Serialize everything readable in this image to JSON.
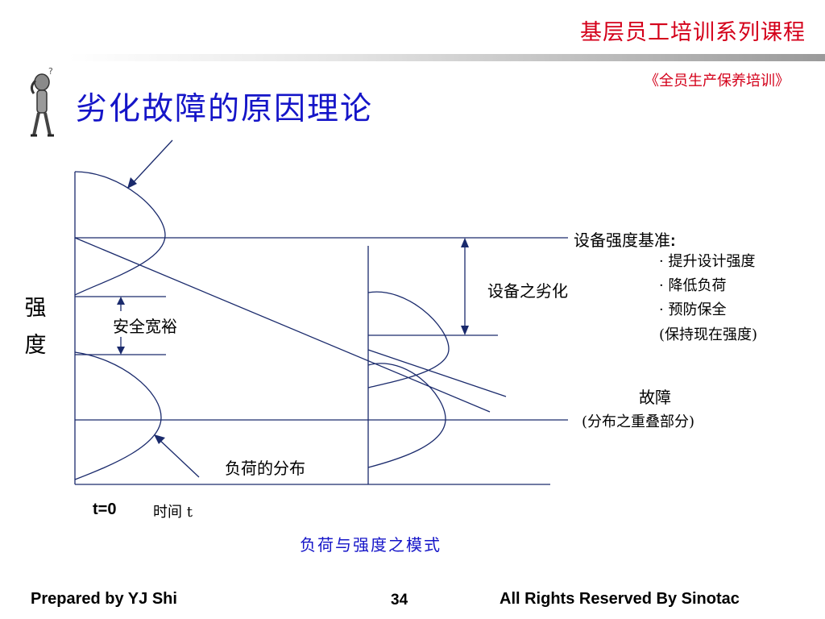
{
  "header": {
    "series_title": "基层员工培训系列课程",
    "course_title": "《全员生产保养培训》"
  },
  "slide": {
    "title": "劣化故障的原因理论"
  },
  "diagram": {
    "y_axis_label": "强 度",
    "safety_margin": "安全宽裕",
    "strength_standard": "设备强度基准",
    "strength_standard_colon": ":",
    "measures": [
      "· 提升设计强度",
      "· 降低负荷",
      "· 预防保全"
    ],
    "keep_strength": "(保持现在强度)",
    "deterioration": "设备之劣化",
    "failure": "故障",
    "failure_note": "(分布之重叠部分)",
    "load_distribution": "负荷的分布",
    "t0": "t=0",
    "time_label": "时间 t",
    "caption": "负荷与强度之模式"
  },
  "footer": {
    "left": "Prepared by YJ Shi",
    "page": "34",
    "right": "All Rights Reserved By Sinotac"
  }
}
